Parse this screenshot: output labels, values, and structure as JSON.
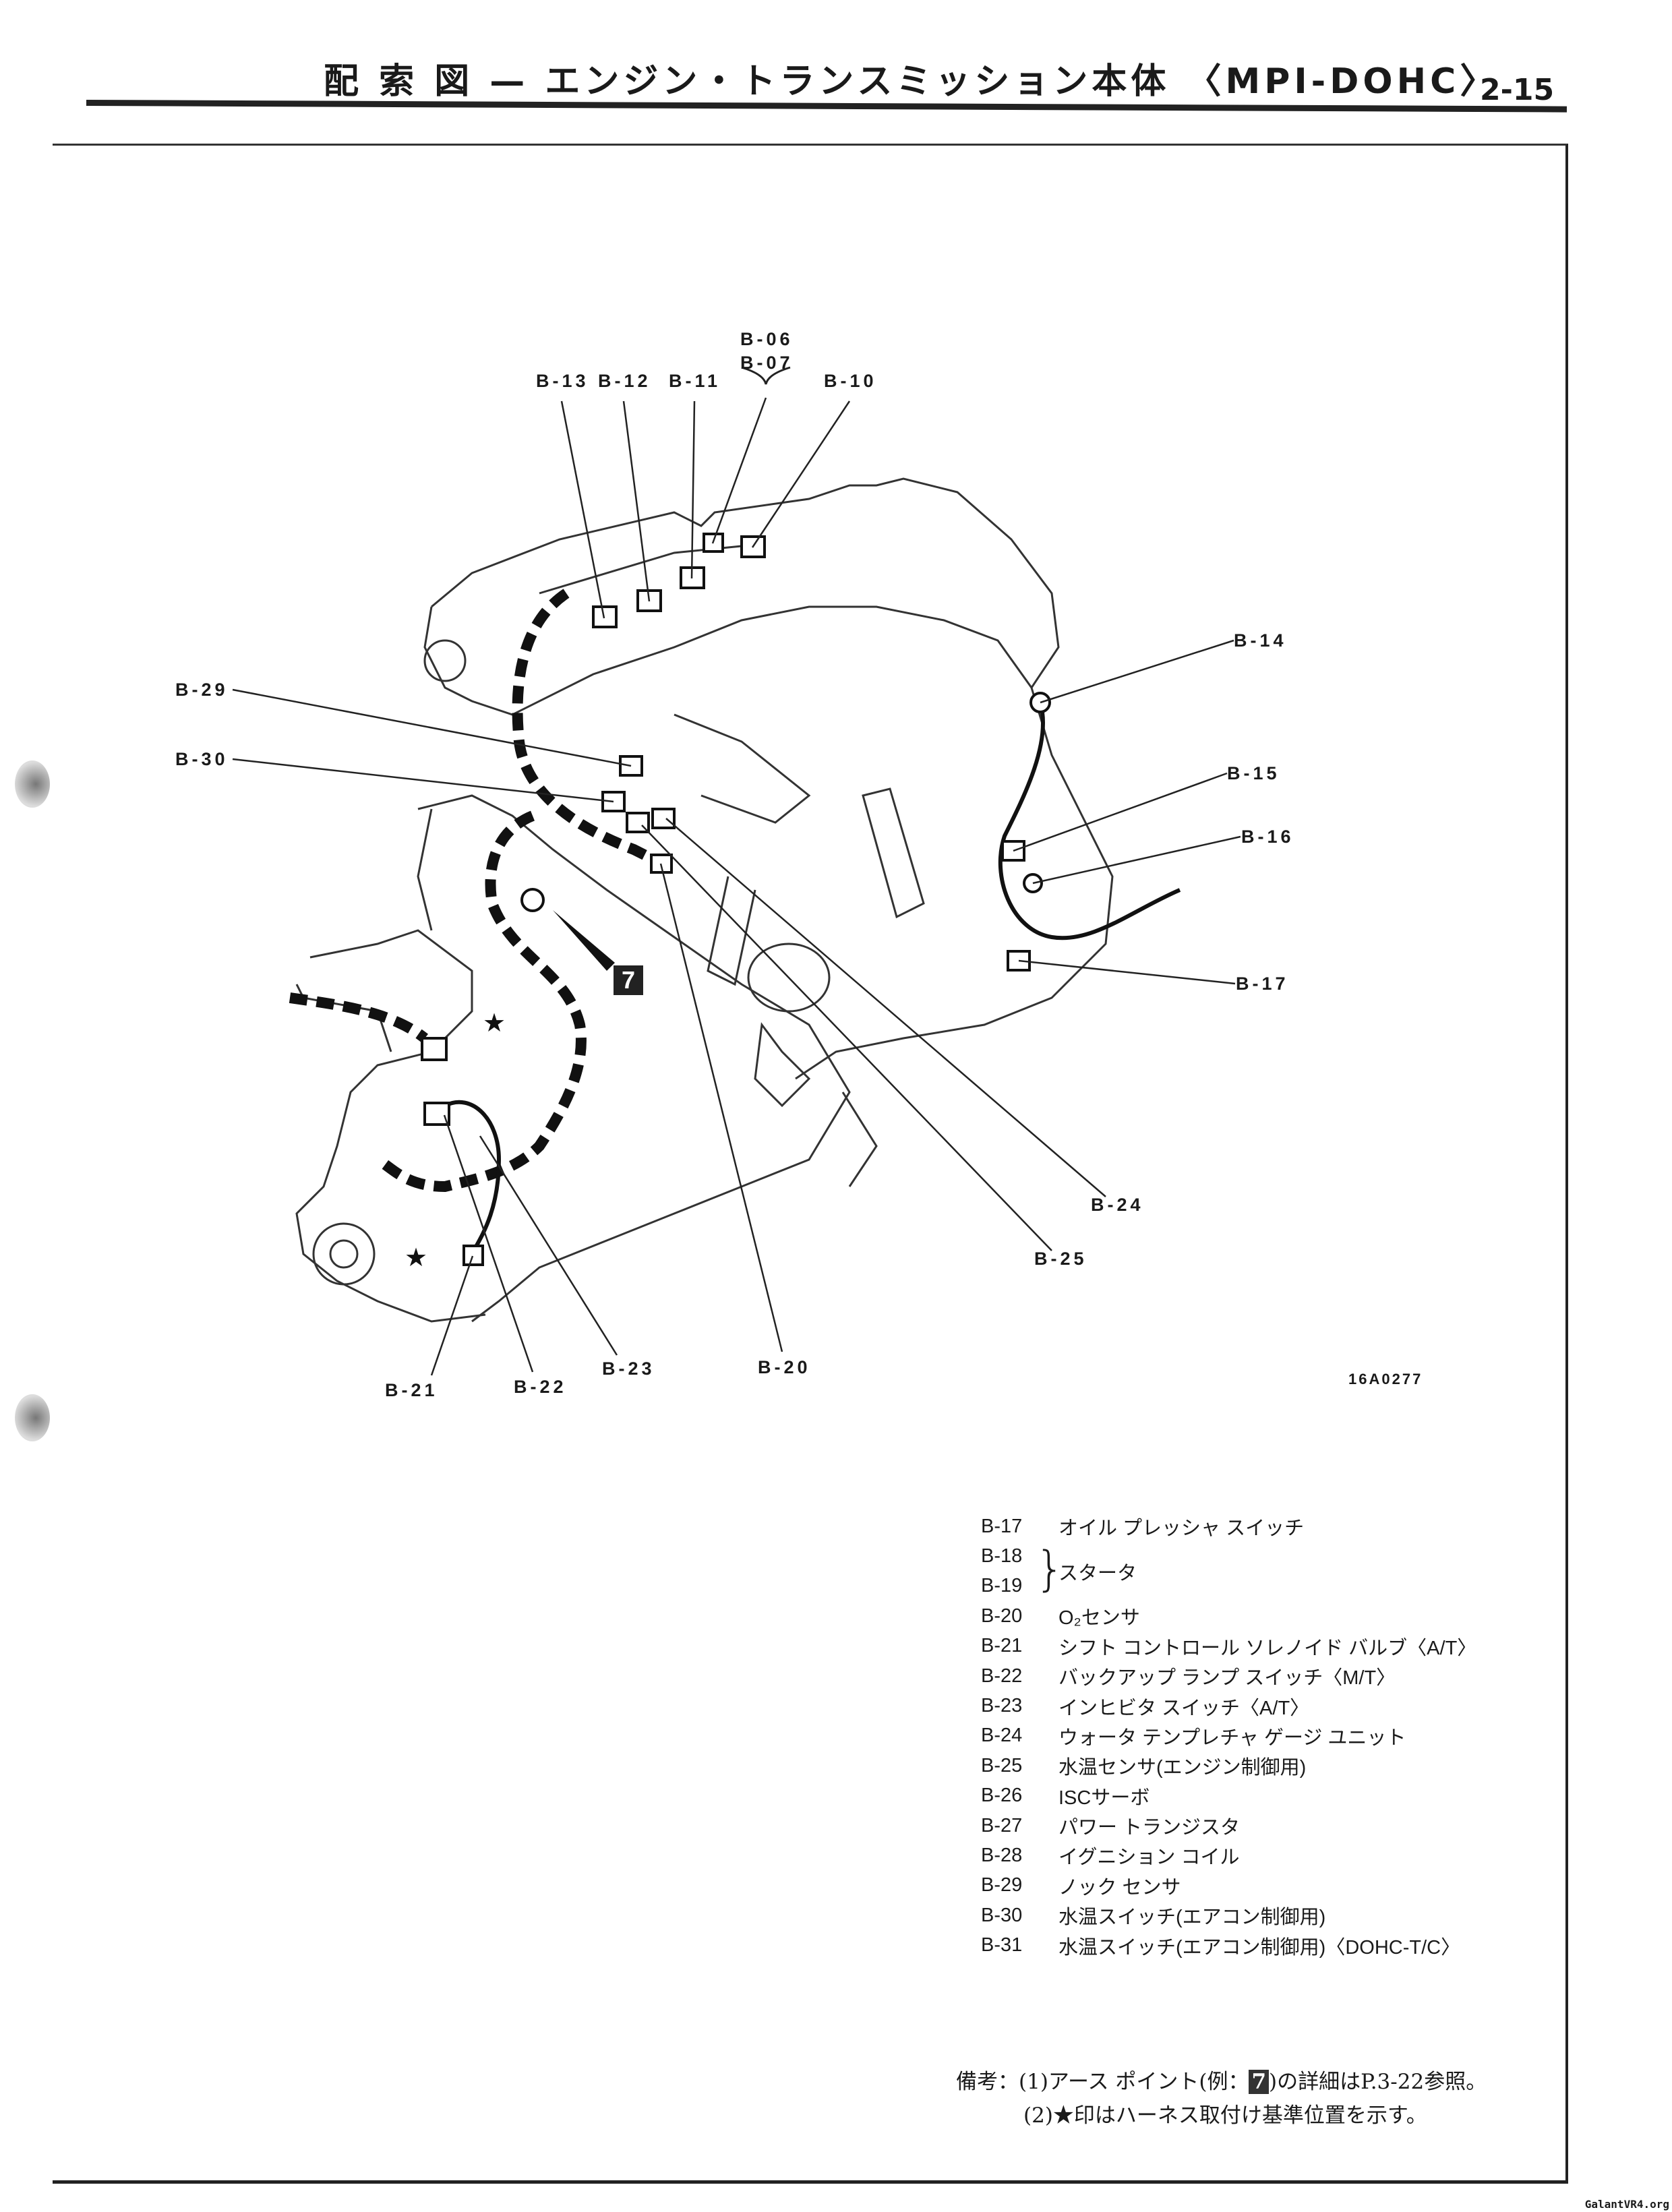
{
  "header": {
    "title": "配 索 図 — エンジン・トランスミッション本体 〈MPI-DOHC〉",
    "page_number": "2-15"
  },
  "figure": {
    "figure_id": "16A0277",
    "earth_point": "7",
    "labels": {
      "b13": "B-13",
      "b12": "B-12",
      "b11": "B-11",
      "b06": "B-06",
      "b07": "B-07",
      "b10": "B-10",
      "b14": "B-14",
      "b29": "B-29",
      "b30": "B-30",
      "b15": "B-15",
      "b16": "B-16",
      "b17": "B-17",
      "b24": "B-24",
      "b25": "B-25",
      "b21": "B-21",
      "b22": "B-22",
      "b23": "B-23",
      "b20": "B-20"
    }
  },
  "legend": [
    {
      "code": "B-17",
      "name": "オイル プレッシャ スイッチ"
    },
    {
      "code": "B-18",
      "name": "スタータ"
    },
    {
      "code": "B-19",
      "name": ""
    },
    {
      "code": "B-20",
      "name": "O₂センサ"
    },
    {
      "code": "B-21",
      "name": "シフト コントロール ソレノイド バルブ〈A/T〉"
    },
    {
      "code": "B-22",
      "name": "バックアップ ランプ スイッチ〈M/T〉"
    },
    {
      "code": "B-23",
      "name": "インヒビタ スイッチ〈A/T〉"
    },
    {
      "code": "B-24",
      "name": "ウォータ テンプレチャ ゲージ ユニット"
    },
    {
      "code": "B-25",
      "name": "水温センサ(エンジン制御用)"
    },
    {
      "code": "B-26",
      "name": "ISCサーボ"
    },
    {
      "code": "B-27",
      "name": "パワー トランジスタ"
    },
    {
      "code": "B-28",
      "name": "イグニション コイル"
    },
    {
      "code": "B-29",
      "name": "ノック センサ"
    },
    {
      "code": "B-30",
      "name": "水温スイッチ(エアコン制御用)"
    },
    {
      "code": "B-31",
      "name": "水温スイッチ(エアコン制御用)〈DOHC-T/C〉"
    }
  ],
  "notes": {
    "line1_a": "備考：(1)アース ポイント(例：",
    "line1_box": "7",
    "line1_b": ")の詳細はP.3-22参照。",
    "line2": "(2)★印はハーネス取付け基準位置を示す。"
  },
  "watermark": "GalantVR4.org"
}
